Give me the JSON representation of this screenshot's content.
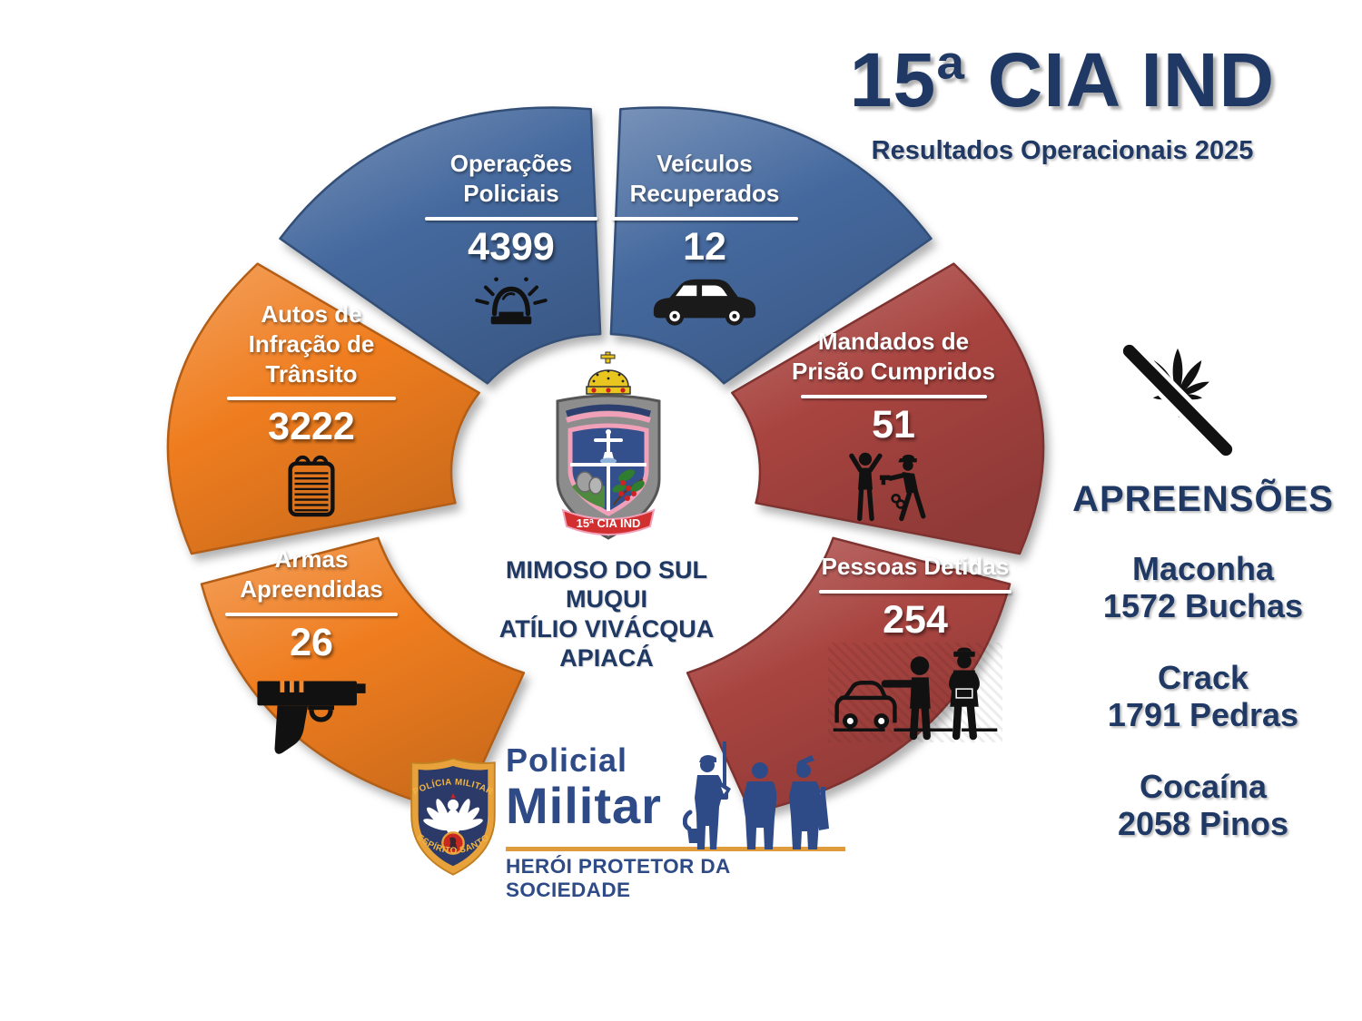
{
  "header": {
    "title": "15ª CIA IND",
    "subtitle": "Resultados Operacionais 2025"
  },
  "chart_data": {
    "type": "radial-infographic",
    "title": "15ª CIA IND — Resultados Operacionais 2025",
    "legend_position": "none",
    "segments": [
      {
        "label": "Operações Policiais",
        "value": 4399,
        "color": "#45699e",
        "icon": "siren-icon",
        "a0": 310,
        "a1": 358,
        "ri": 1
      },
      {
        "label": "Veículos Recuperados",
        "value": 12,
        "color": "#45699e",
        "icon": "car-icon",
        "a0": 2,
        "a1": 50,
        "ri": 1
      },
      {
        "label": "Mandados de Prisão Cumpridos",
        "value": 51,
        "color": "#a84440",
        "icon": "arrest-icon",
        "a0": 55,
        "a1": 103,
        "ri": 1
      },
      {
        "label": "Pessoas Detidas",
        "value": 254,
        "color": "#a84440",
        "icon": "traffic-stop-icon",
        "a0": 108,
        "a1": 160,
        "ri": 1.55
      },
      {
        "label": "Armas Apreendidas",
        "value": 26,
        "color": "#ef7d1f",
        "icon": "pistol-icon",
        "a0": 200,
        "a1": 252,
        "ri": 1.55
      },
      {
        "label": "Autos de Infração de Trânsito",
        "value": 3222,
        "color": "#ef7d1f",
        "icon": "notepad-icon",
        "a0": 257,
        "a1": 305,
        "ri": 1
      }
    ]
  },
  "center": {
    "emblem_icon": "company-crest-icon",
    "emblem_banner": "15ª CIA IND",
    "municipalities": [
      "MIMOSO DO SUL",
      "MUQUI",
      "ATÍLIO VIVÁCQUA",
      "APIACÁ"
    ]
  },
  "seizures": {
    "icon": "no-marijuana-icon",
    "heading": "APREENSÕES",
    "items": [
      {
        "name": "Maconha",
        "amount": "1572 Buchas"
      },
      {
        "name": "Crack",
        "amount": "1791 Pedras"
      },
      {
        "name": "Cocaína",
        "amount": "2058 Pinos"
      }
    ]
  },
  "footer": {
    "badge_icon": "police-badge-icon",
    "badge_top": "POLÍCIA MILITAR",
    "badge_bottom": "ESPÍRITO SANTO",
    "logo_line1": "Policial",
    "logo_line2": "Militar",
    "tagline": "HERÓI PROTETOR DA SOCIEDADE",
    "soldiers_icon": "soldiers-silhouette-icon"
  },
  "colors": {
    "navy": "#1f3864",
    "wedge_blue": "#45699e",
    "wedge_red": "#a84440",
    "wedge_orange": "#ef7d1f",
    "logo_blue": "#2e4a87",
    "gold": "#e8a23c",
    "white": "#ffffff"
  }
}
